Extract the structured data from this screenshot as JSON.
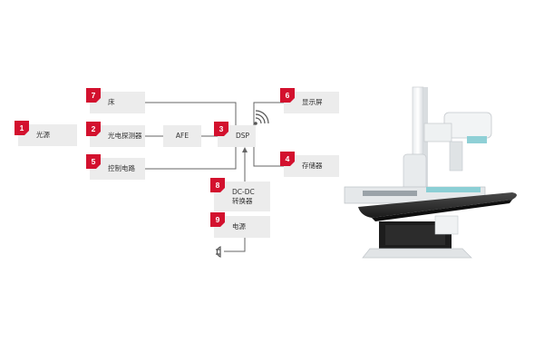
{
  "diagram": {
    "blocks": {
      "light_source": {
        "num": "1",
        "label": "光源"
      },
      "photodetector": {
        "num": "2",
        "label": "光电探测器"
      },
      "dsp": {
        "num": "3",
        "label": "DSP"
      },
      "storage": {
        "num": "4",
        "label": "存储器"
      },
      "control_circuit": {
        "num": "5",
        "label": "控制电路"
      },
      "display": {
        "num": "6",
        "label": "显示屏"
      },
      "bed": {
        "num": "7",
        "label": "床"
      },
      "dcdc": {
        "num": "8",
        "label_line1": "DC-DC",
        "label_line2": "转换器"
      },
      "power": {
        "num": "9",
        "label": "电源"
      },
      "afe": {
        "label": "AFE"
      }
    },
    "icons": [
      "wireless-icon",
      "power-plug-icon"
    ],
    "colors": {
      "badge": "#d3112e",
      "block": "#ececec",
      "wire": "#666666"
    }
  }
}
